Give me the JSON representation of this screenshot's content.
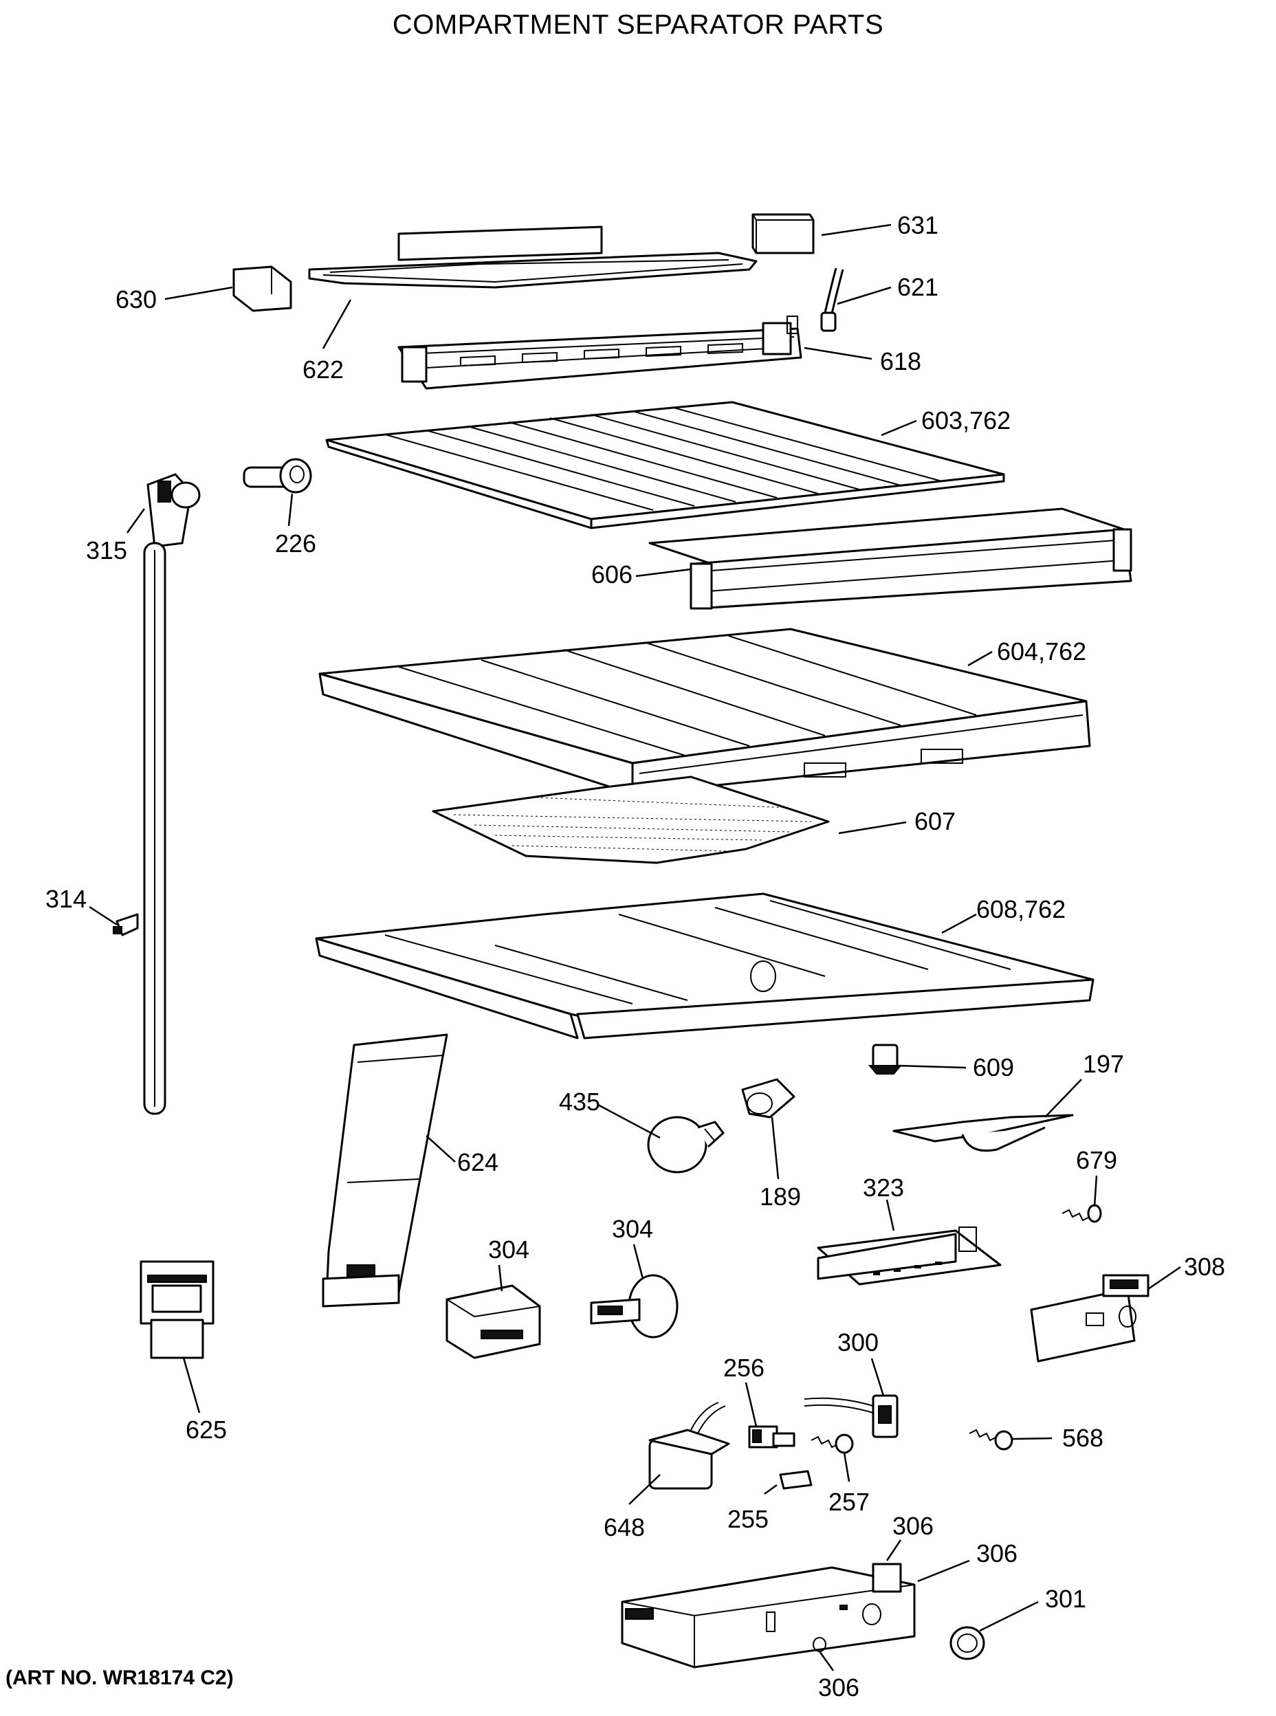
{
  "title": "COMPARTMENT SEPARATOR PARTS",
  "art_number": "(ART NO. WR18174 C2)",
  "callouts": {
    "c631": "631",
    "c630": "630",
    "c621": "621",
    "c622": "622",
    "c618": "618",
    "c603": "603,762",
    "c226": "226",
    "c315": "315",
    "c606": "606",
    "c604": "604,762",
    "c607": "607",
    "c314": "314",
    "c608": "608,762",
    "c609": "609",
    "c197": "197",
    "c435": "435",
    "c624": "624",
    "c189": "189",
    "c679": "679",
    "c323": "323",
    "c304a": "304",
    "c304b": "304",
    "c308": "308",
    "c625": "625",
    "c256": "256",
    "c300": "300",
    "c568": "568",
    "c648": "648",
    "c255": "255",
    "c257": "257",
    "c306a": "306",
    "c306b": "306",
    "c306c": "306",
    "c301": "301"
  }
}
